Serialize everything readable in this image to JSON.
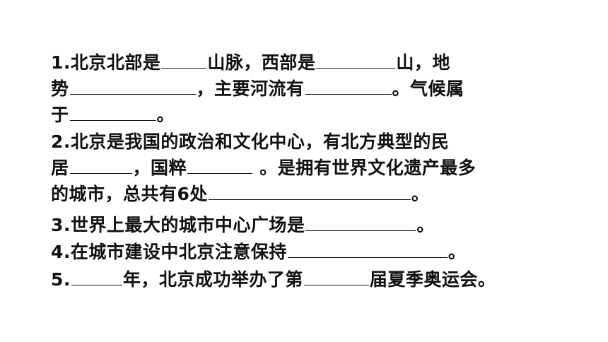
{
  "questions": [
    {
      "lines": [
        [
          "1.北京北部是",
          "山脉，西部是",
          "山，地"
        ],
        [
          "势",
          "，主要河流有",
          "。气候属"
        ],
        [
          "于",
          "。"
        ]
      ]
    },
    {
      "lines": [
        [
          "2.北京是我国的政治和文化中心，有北方典型的民"
        ],
        [
          "居",
          "，国粹",
          " 。是拥有世界文化遗产最多"
        ],
        [
          "的城市，总共有6处",
          "。"
        ]
      ]
    },
    {
      "lines": [
        [
          "3.世界上最大的城市中心广场是",
          "。"
        ]
      ]
    },
    {
      "lines": [
        [
          "4.在城市建设中北京注意保持",
          "。"
        ]
      ]
    },
    {
      "lines": [
        [
          "5.",
          "年，北京成功举办了第",
          "届夏季奥运会。"
        ]
      ]
    }
  ],
  "colors": {
    "text": "#111111",
    "background": "#ffffff"
  }
}
